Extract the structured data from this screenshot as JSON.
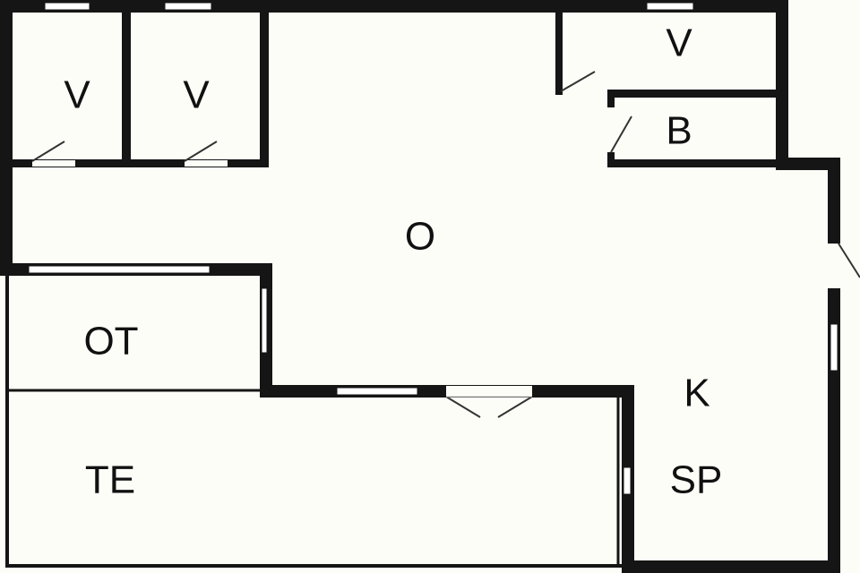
{
  "diagram": {
    "type": "floor-plan",
    "colors": {
      "background": "#fdfdf8",
      "wall": "#151515",
      "window": "#ffffff",
      "door_line": "#333333"
    },
    "rooms": [
      {
        "id": "v1",
        "label": "V"
      },
      {
        "id": "v2",
        "label": "V"
      },
      {
        "id": "v3",
        "label": "V"
      },
      {
        "id": "b",
        "label": "B"
      },
      {
        "id": "o",
        "label": "O"
      },
      {
        "id": "ot",
        "label": "OT"
      },
      {
        "id": "te",
        "label": "TE"
      },
      {
        "id": "k",
        "label": "K"
      },
      {
        "id": "sp",
        "label": "SP"
      }
    ]
  }
}
